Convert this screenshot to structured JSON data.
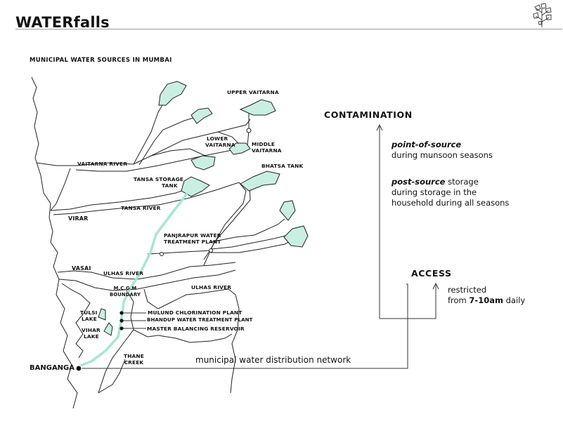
{
  "header": {
    "brand": "WATERfalls"
  },
  "map": {
    "title": "MUNICIPAL WATER SOURCES IN MUMBAI",
    "labels": {
      "upper_vaitarna": "UPPER VAITARNA",
      "lower_vaitarna_1": "LOWER",
      "lower_vaitarna_2": "VAITARNA",
      "middle_vaitarna_1": "MIDDLE",
      "middle_vaitarna_2": "VAITARNA",
      "vaitarna_river": "VAITARNA RIVER",
      "bhatsa_tank": "BHATSA TANK",
      "tansa_tank_1": "TANSA STORAGE",
      "tansa_tank_2": "TANK",
      "tansa_river": "TANSA RIVER",
      "virar": "VIRAR",
      "panjrapur_1": "PANJRAPUR WATER",
      "panjrapur_2": "TREATMENT PLANT",
      "vasai": "VASAI",
      "ulhas_river_1": "ULHAS RIVER",
      "ulhas_river_2": "ULHAS RIVER",
      "mcgm_1": "M.C.G.M",
      "mcgm_2": "BOUNDARY",
      "tulsi_1": "TULSI",
      "tulsi_2": "LAKE",
      "vihar_1": "VIHAR",
      "vihar_2": "LAKE",
      "mulund": "MULUND CHLORINATION PLANT",
      "bhandup": "BHANDUP WATER TREATMENT PLANT",
      "master": "MASTER BALANCING RESERVOIR",
      "thane_1": "THANE",
      "thane_2": "CREEK",
      "banganga": "BANGANGA"
    },
    "network_label": "municipal water distribution network"
  },
  "contamination": {
    "heading": "CONTAMINATION",
    "point_term": "point-of-source",
    "point_desc": "during munsoon seasons",
    "post_term": "post-source",
    "post_rest": " storage",
    "post_line2": "during storage in the",
    "post_line3": "household during all seasons"
  },
  "access": {
    "heading": "ACCESS",
    "line1": "restricted",
    "line2_pre": "from ",
    "line2_bold": "7-10am",
    "line2_post": " daily"
  },
  "colors": {
    "water_fill": "#c9efe3",
    "pipeline": "#a6e6d5",
    "line": "#222222"
  }
}
